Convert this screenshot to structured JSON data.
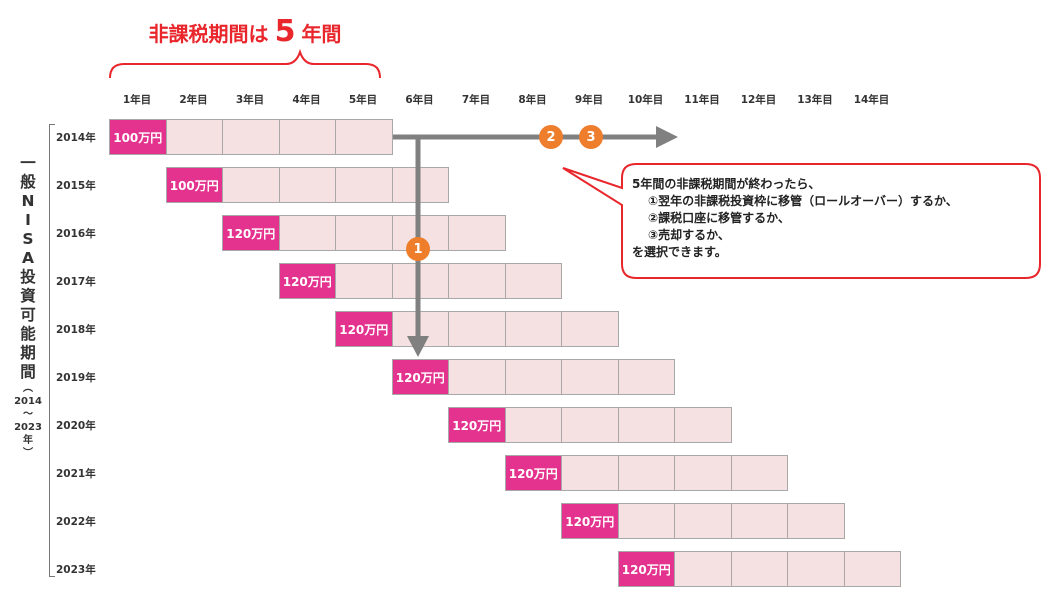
{
  "title": {
    "prefix": "非課税期間は",
    "number": "5",
    "suffix": "年間"
  },
  "vertical_label": {
    "main": "一般NISA投資可能期間",
    "open_paren": "︵",
    "start": "2014",
    "tilde": "〜",
    "end": "2023",
    "year": "年",
    "close_paren": "︶"
  },
  "columns": [
    "1年目",
    "2年目",
    "3年目",
    "4年目",
    "5年目",
    "6年目",
    "7年目",
    "8年目",
    "9年目",
    "10年目",
    "11年目",
    "12年目",
    "13年目",
    "14年目"
  ],
  "rows": [
    {
      "year": "2014年",
      "amount": "100万円"
    },
    {
      "year": "2015年",
      "amount": "100万円"
    },
    {
      "year": "2016年",
      "amount": "120万円"
    },
    {
      "year": "2017年",
      "amount": "120万円"
    },
    {
      "year": "2018年",
      "amount": "120万円"
    },
    {
      "year": "2019年",
      "amount": "120万円"
    },
    {
      "year": "2020年",
      "amount": "120万円"
    },
    {
      "year": "2021年",
      "amount": "120万円"
    },
    {
      "year": "2022年",
      "amount": "120万円"
    },
    {
      "year": "2023年",
      "amount": "120万円"
    }
  ],
  "badges": [
    "1",
    "2",
    "3"
  ],
  "callout": {
    "line1": "5年間の非課税期間が終わったら、",
    "line2": "①翌年の非課税投資枠に移管（ロールオーバー）するか、",
    "line3": "②課税口座に移管するか、",
    "line4": "③売却するか、",
    "line5": "を選択できます。"
  },
  "colors": {
    "title": "#e8262b",
    "amount_cell": "#e3338e",
    "period_cell": "#f5e1e2",
    "arrow": "#808080",
    "badge": "#ee7d2c",
    "callout_border": "#e8262b"
  }
}
